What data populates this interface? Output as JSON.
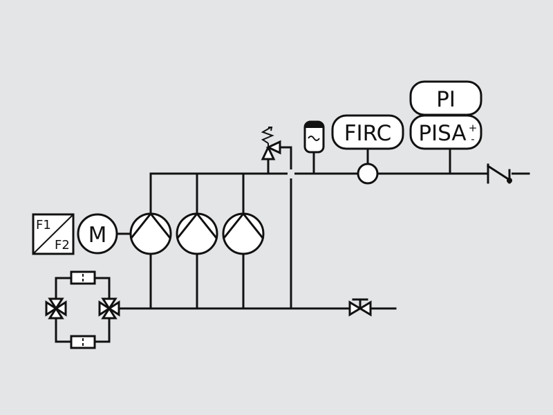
{
  "instruments": {
    "flow": "FIRC",
    "pressure_indicator": "PI",
    "pressure_switch": "PISA",
    "pressure_switch_sign_plus": "+",
    "pressure_switch_sign_minus": "-"
  },
  "motor": {
    "label": "M"
  },
  "frequency_converter": {
    "top": "F1",
    "bottom": "F2"
  },
  "pumps": {
    "count": 3
  },
  "colors": {
    "background": "#e4e5e6",
    "line": "#111111",
    "fill": "#ffffff"
  }
}
